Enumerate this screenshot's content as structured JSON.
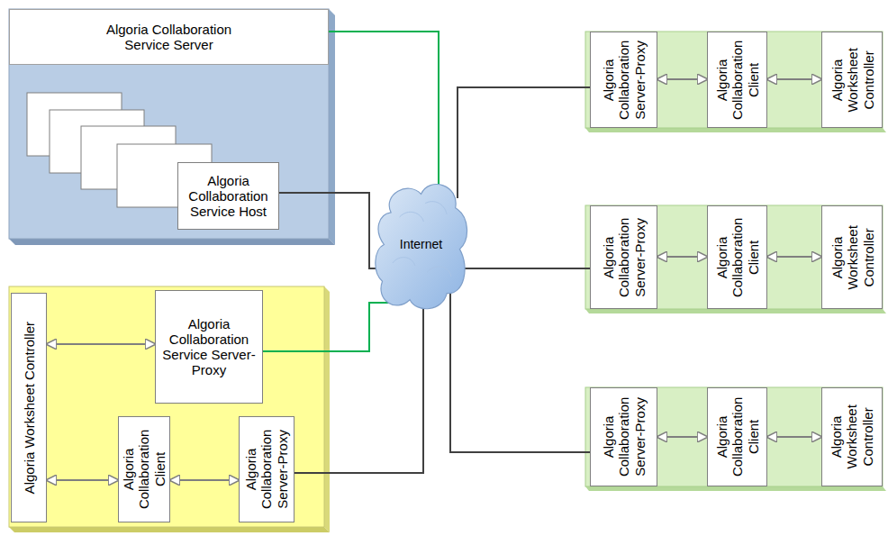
{
  "diagram": {
    "nodes": [
      {
        "text": [
          "Algoria Collaboration Service Server"
        ]
      },
      {
        "text": [
          "Algoria Collaboration Service Host"
        ],
        "in": 0
      },
      {
        "text": [
          "Internet"
        ]
      },
      {
        "text": [
          "Algoria Worksheet Controller"
        ]
      },
      {
        "text": [
          "Algoria Collaboration Service Server-Proxy"
        ]
      },
      {
        "text": [
          "Algoria Collaboration Client"
        ]
      },
      {
        "text": [
          "Algoria Collaboration Server-Proxy"
        ]
      },
      {
        "text": [
          "Algoria Collaboration Server-Proxy"
        ]
      },
      {
        "text": [
          "Algoria Collaboration Client"
        ]
      },
      {
        "text": [
          "Algoria Worksheet Controller"
        ]
      },
      {
        "text": [
          "Algoria Collaboration Server-Proxy"
        ]
      },
      {
        "text": [
          "Algoria Collaboration Client"
        ]
      },
      {
        "text": [
          "Algoria Worksheet Controller"
        ]
      },
      {
        "text": [
          "Algoria Collaboration Server-Proxy"
        ]
      },
      {
        "text": [
          "Algoria Collaboration Client"
        ]
      },
      {
        "text": [
          "Algoria Worksheet Controller"
        ]
      }
    ],
    "edges": [
      {
        "from": 0,
        "to": 2,
        "arrow": "none"
      },
      {
        "from": 1,
        "to": 2,
        "arrow": "none"
      },
      {
        "from": 4,
        "to": 2,
        "arrow": "none"
      },
      {
        "from": 6,
        "to": 2,
        "arrow": "none"
      },
      {
        "from": 2,
        "to": 7,
        "arrow": "none"
      },
      {
        "from": 2,
        "to": 10,
        "arrow": "none"
      },
      {
        "from": 2,
        "to": 13,
        "arrow": "none"
      },
      {
        "from": 3,
        "to": 4,
        "arrow": "both"
      },
      {
        "from": 3,
        "to": 5,
        "arrow": "both"
      },
      {
        "from": 5,
        "to": 6,
        "arrow": "both"
      },
      {
        "from": 7,
        "to": 8,
        "arrow": "both"
      },
      {
        "from": 8,
        "to": 9,
        "arrow": "both"
      },
      {
        "from": 10,
        "to": 11,
        "arrow": "both"
      },
      {
        "from": 11,
        "to": 12,
        "arrow": "both"
      },
      {
        "from": 13,
        "to": 14,
        "arrow": "both"
      },
      {
        "from": 14,
        "to": 15,
        "arrow": "both"
      }
    ]
  }
}
